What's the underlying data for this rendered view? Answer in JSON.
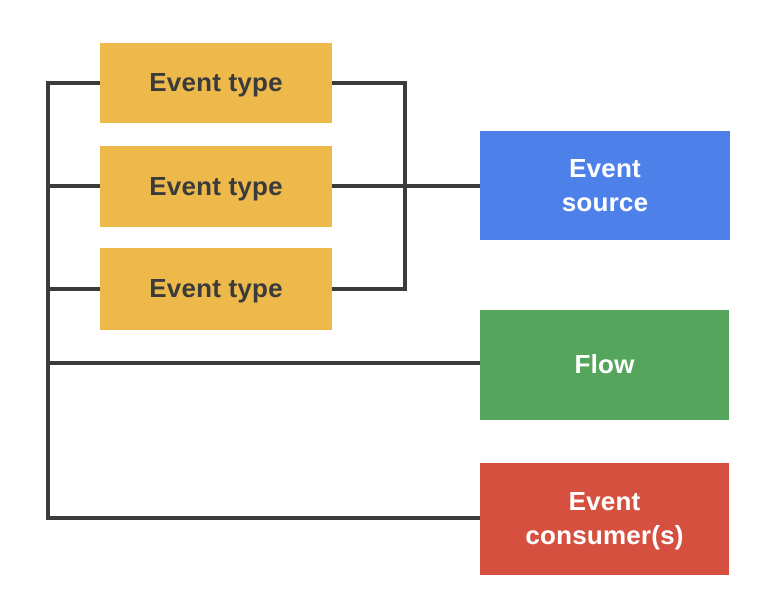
{
  "diagram": {
    "background_color": "#FFFFFF",
    "line_color": "#3B3B3B",
    "nodes": [
      {
        "id": "event-type-1",
        "label": "Event type",
        "color": "#EDB94A",
        "text_color": "#3B3B3B"
      },
      {
        "id": "event-type-2",
        "label": "Event type",
        "color": "#EDB94A",
        "text_color": "#3B3B3B"
      },
      {
        "id": "event-type-3",
        "label": "Event type",
        "color": "#EDB94A",
        "text_color": "#3B3B3B"
      },
      {
        "id": "event-source",
        "label": "Event\nsource",
        "color": "#4E80E9",
        "text_color": "#FFFFFF"
      },
      {
        "id": "flow",
        "label": "Flow",
        "color": "#55A55C",
        "text_color": "#FFFFFF"
      },
      {
        "id": "event-consumers",
        "label": "Event\nconsumer(s)",
        "color": "#D6503F",
        "text_color": "#FFFFFF"
      }
    ],
    "connections": [
      {
        "bus": "right-bracket",
        "links": [
          "event-type-1",
          "event-type-2",
          "event-type-3",
          "event-source"
        ]
      },
      {
        "bus": "left-bracket",
        "links": [
          "event-type-1",
          "event-type-2",
          "event-type-3",
          "flow",
          "event-consumers"
        ]
      }
    ]
  }
}
